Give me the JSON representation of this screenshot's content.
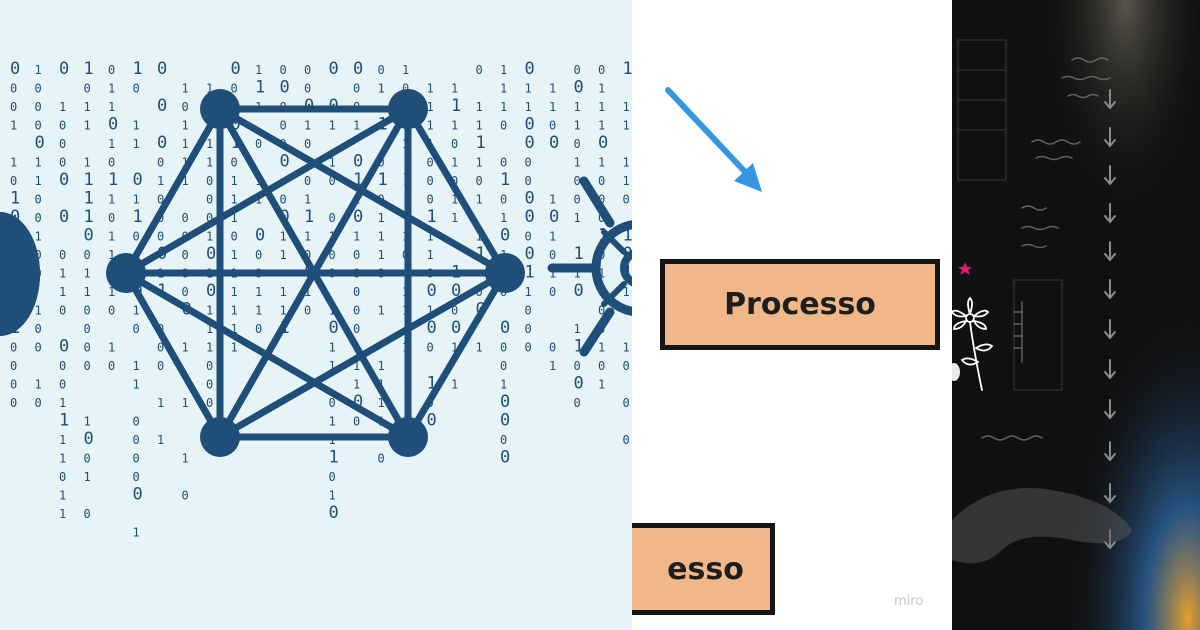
{
  "left_panel": {
    "background": "#e7f4f7",
    "accent": "#1f4e79",
    "icons": [
      "network-icon",
      "ship-wheel-icon",
      "half-circle-icon"
    ]
  },
  "middle_panel": {
    "process_label": "Processo",
    "process_partial_label": "esso",
    "watermark": "miro",
    "box_color": "#f0b888",
    "arrow_color": "#3597e2"
  },
  "right_panel": {
    "background": "#0d0d0d",
    "icons": [
      "flower-sketch-icon",
      "star-icon"
    ],
    "star_color": "#e0187a"
  }
}
